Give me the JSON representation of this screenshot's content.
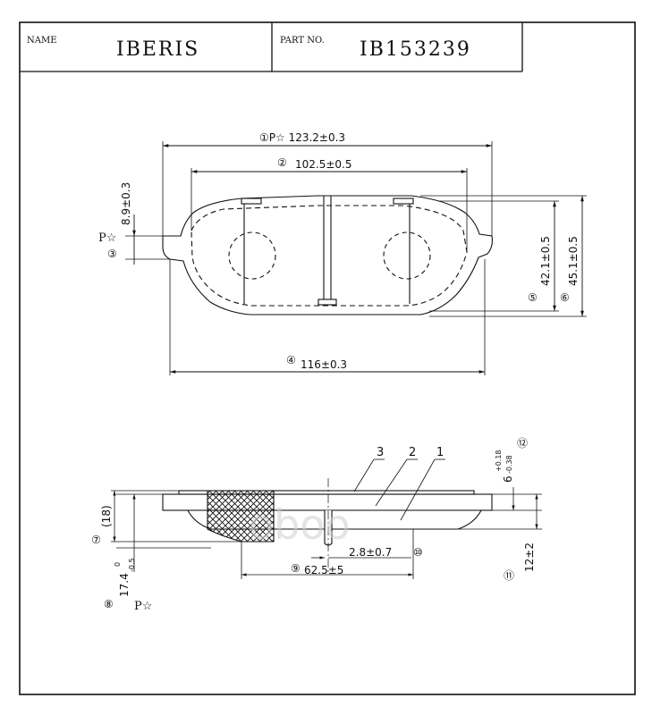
{
  "header": {
    "name_label": "NAME",
    "name_value": "IBERIS",
    "part_label": "PART NO.",
    "part_value": "IB153239"
  },
  "watermark": "oboo",
  "top_view": {
    "dim1": "①P☆ 123.2±0.3",
    "dim2": "102.5±0.5",
    "dim2_num": "②",
    "dim3": "8.9±0.3",
    "dim3_p": "P☆",
    "dim3_num": "③",
    "dim4": "116±0.3",
    "dim4_num": "④",
    "dim5": "42.1±0.5",
    "dim5_num": "⑤",
    "dim6": "45.1±0.5",
    "dim6_num": "⑥"
  },
  "side_view": {
    "layer3": "3",
    "layer2": "2",
    "layer1": "1",
    "dim7": "(18)",
    "dim7_num": "⑦",
    "dim8": "17.4",
    "dim8_sup": "0",
    "dim8_sub": "-0.5",
    "dim8_num": "⑧",
    "dim8_p": "P☆",
    "dim9": "62.5±5",
    "dim9_num": "⑨",
    "dim10": "2.8±0.7",
    "dim10_num": "⑩",
    "dim11": "12±2",
    "dim11_num": "⑪",
    "dim12": "6",
    "dim12_sup": "+0.18",
    "dim12_sub": "-0.38",
    "dim12_num": "⑫"
  }
}
